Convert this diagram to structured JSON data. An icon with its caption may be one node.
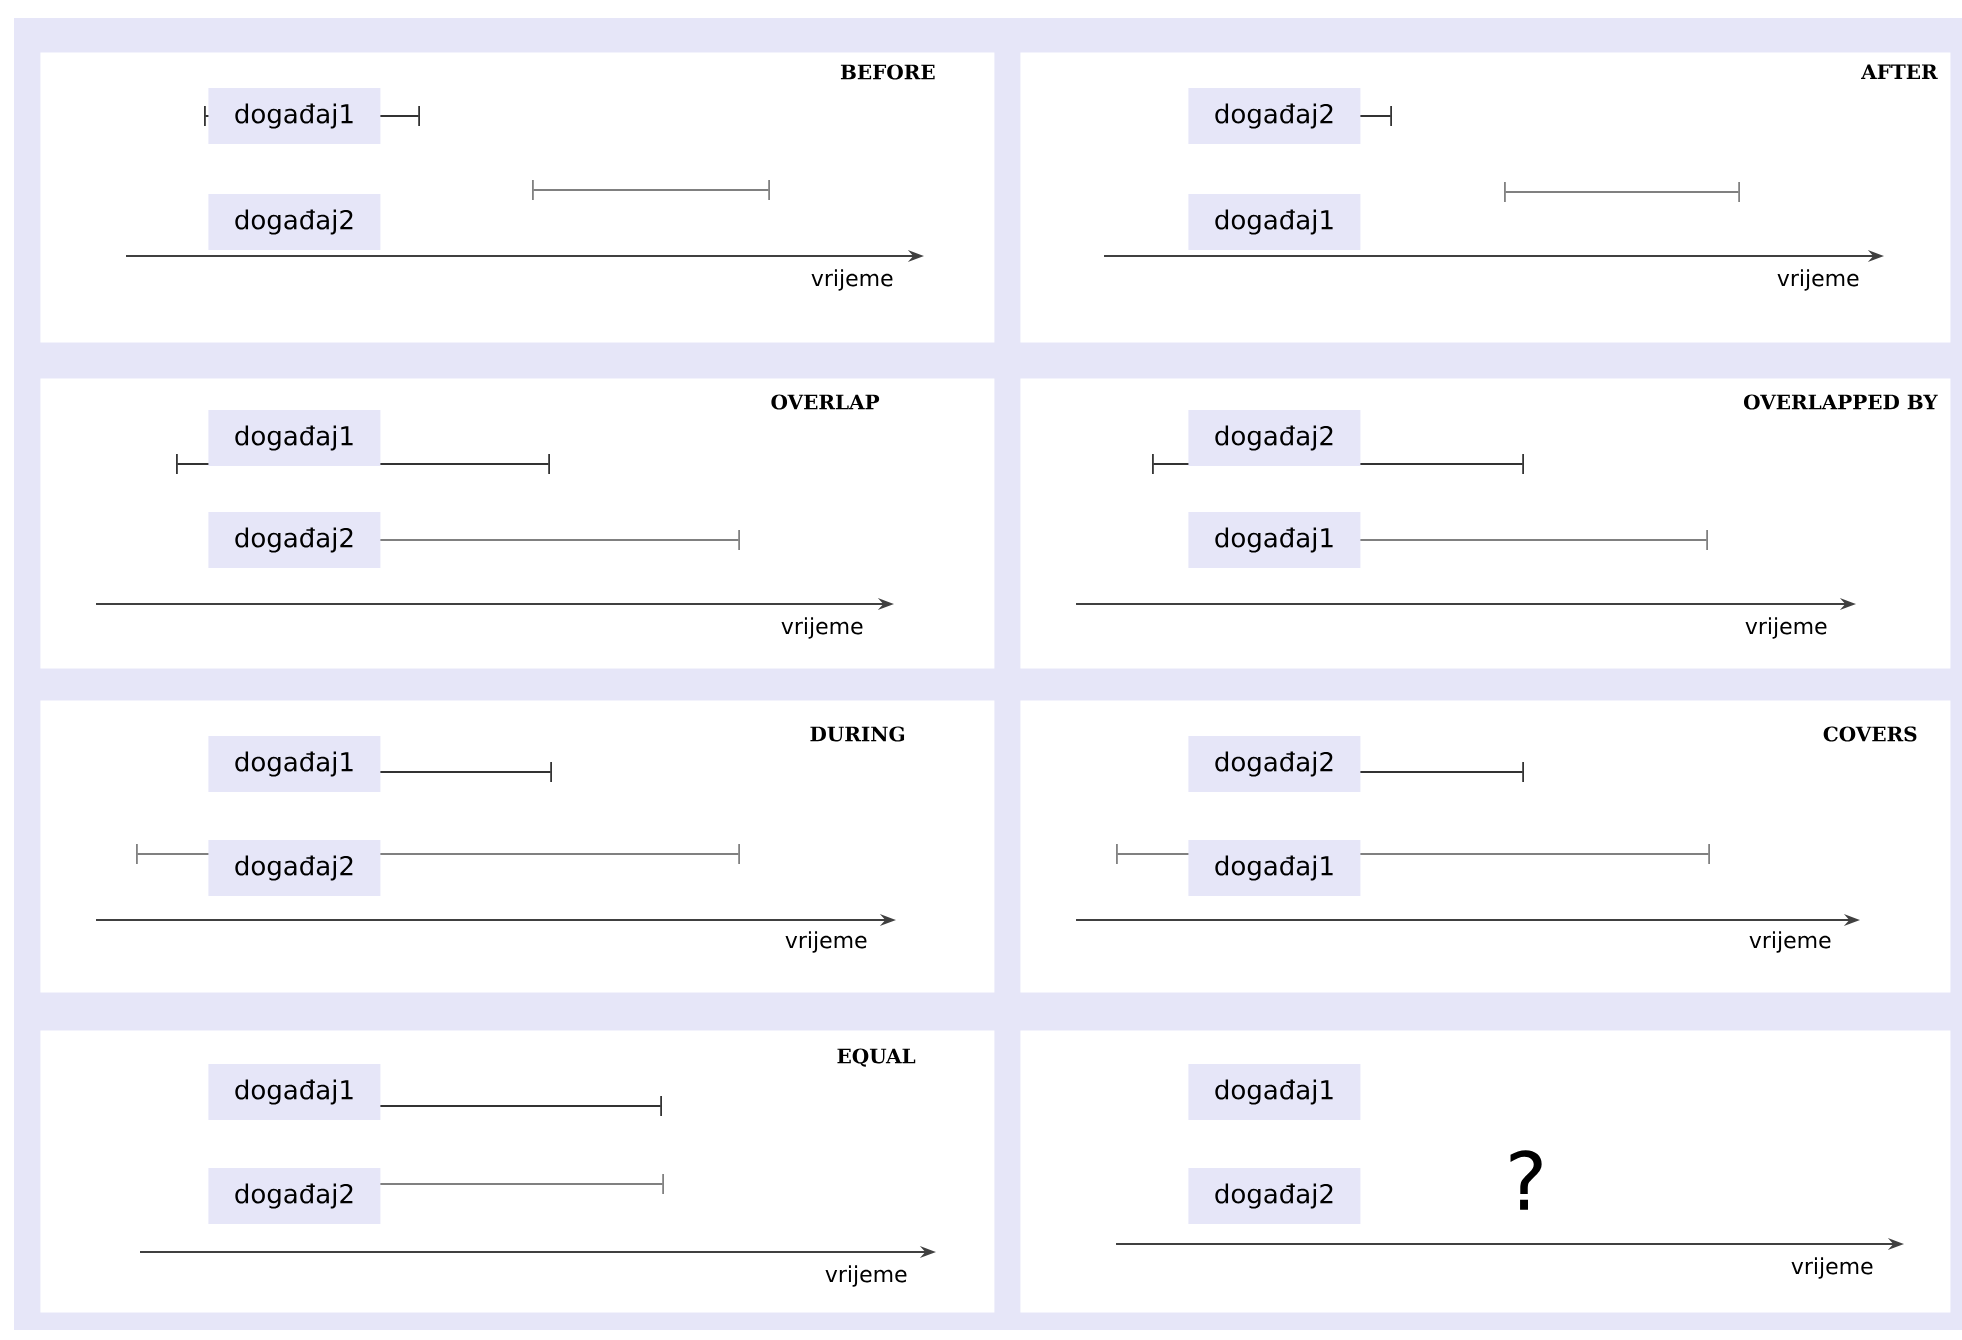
{
  "diagram": {
    "nodes": [
      {
        "text": [
          "BEFORE",
          "vrijeme"
        ]
      },
      {
        "text": [
          "događaj1"
        ],
        "in": 0
      },
      {
        "text": [
          "događaj2"
        ],
        "in": 0
      },
      {
        "text": [
          "AFTER",
          "vrijeme"
        ]
      },
      {
        "text": [
          "događaj2"
        ],
        "in": 3
      },
      {
        "text": [
          "događaj1"
        ],
        "in": 3
      },
      {
        "text": [
          "OVERLAP",
          "vrijeme"
        ]
      },
      {
        "text": [
          "događaj1"
        ],
        "in": 6
      },
      {
        "text": [
          "događaj2"
        ],
        "in": 6
      },
      {
        "text": [
          "OVERLAPPED BY",
          "vrijeme"
        ]
      },
      {
        "text": [
          "događaj2"
        ],
        "in": 9
      },
      {
        "text": [
          "događaj1"
        ],
        "in": 9
      },
      {
        "text": [
          "DURING",
          "vrijeme"
        ]
      },
      {
        "text": [
          "događaj1"
        ],
        "in": 12
      },
      {
        "text": [
          "događaj2"
        ],
        "in": 12
      },
      {
        "text": [
          "COVERS",
          "vrijeme"
        ]
      },
      {
        "text": [
          "događaj2"
        ],
        "in": 15
      },
      {
        "text": [
          "događaj1"
        ],
        "in": 15
      },
      {
        "text": [
          "EQUAL",
          "vrijeme"
        ]
      },
      {
        "text": [
          "događaj1"
        ],
        "in": 18
      },
      {
        "text": [
          "događaj2"
        ],
        "in": 18
      },
      {
        "text": [
          "?",
          "vrijeme"
        ]
      },
      {
        "text": [
          "događaj1"
        ],
        "in": 21
      },
      {
        "text": [
          "događaj2"
        ],
        "in": 21
      }
    ]
  }
}
